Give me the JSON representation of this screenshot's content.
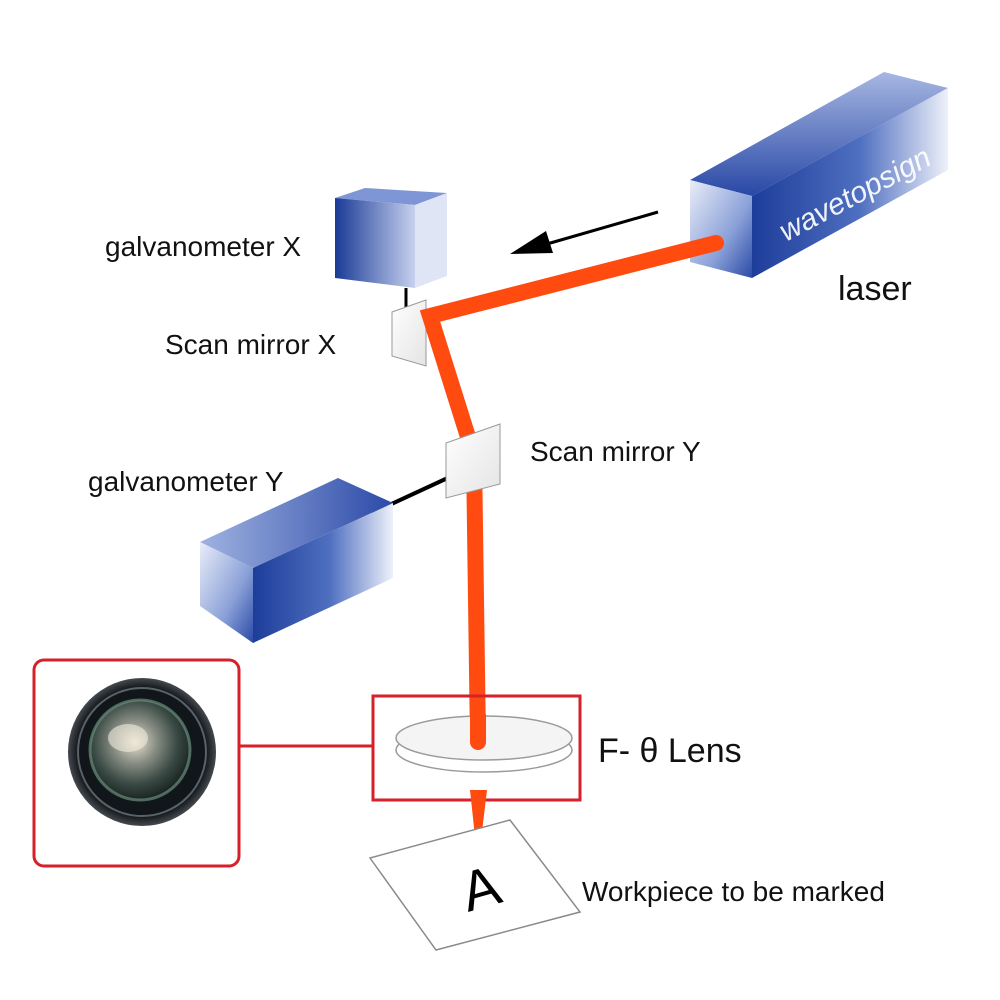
{
  "labels": {
    "galvanometer_x": "galvanometer X",
    "scan_mirror_x": "Scan mirror X",
    "scan_mirror_y": "Scan mirror Y",
    "galvanometer_y": "galvanometer Y",
    "laser": "laser",
    "laser_brand": "wavetopsign",
    "lens": "F- θ Lens",
    "workpiece": "Workpiece to be marked",
    "workpiece_mark": "A"
  },
  "colors": {
    "beam": "#ff4a10",
    "box_blue": "#1d3d9a",
    "highlight_red": "#d6202a"
  }
}
